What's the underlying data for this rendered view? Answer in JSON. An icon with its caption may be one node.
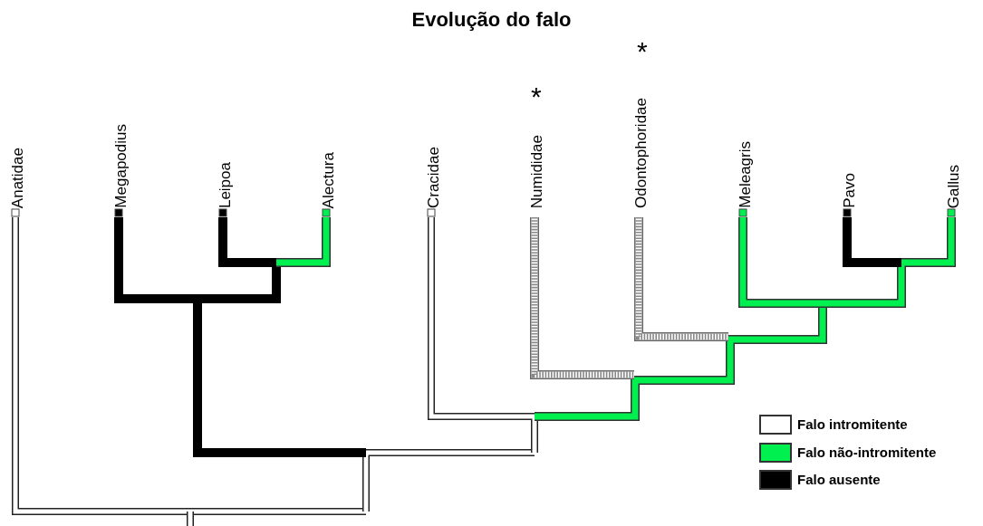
{
  "diagram": {
    "title": "Evolução do falo",
    "labels": [
      "Anatidae",
      "Megapodius",
      "Leipoa",
      "Alectura",
      "Cracidae",
      "Numididae",
      "*",
      "Odontophoridae",
      "*",
      "Meleagris",
      "Pavo",
      "Gallus"
    ],
    "legend": [
      {
        "text": "Falo intromitente",
        "color": "#ffffff"
      },
      {
        "text": "Falo não-intromitente",
        "color": "#00f050"
      },
      {
        "text": "Falo ausente",
        "color": "#000000"
      }
    ]
  }
}
